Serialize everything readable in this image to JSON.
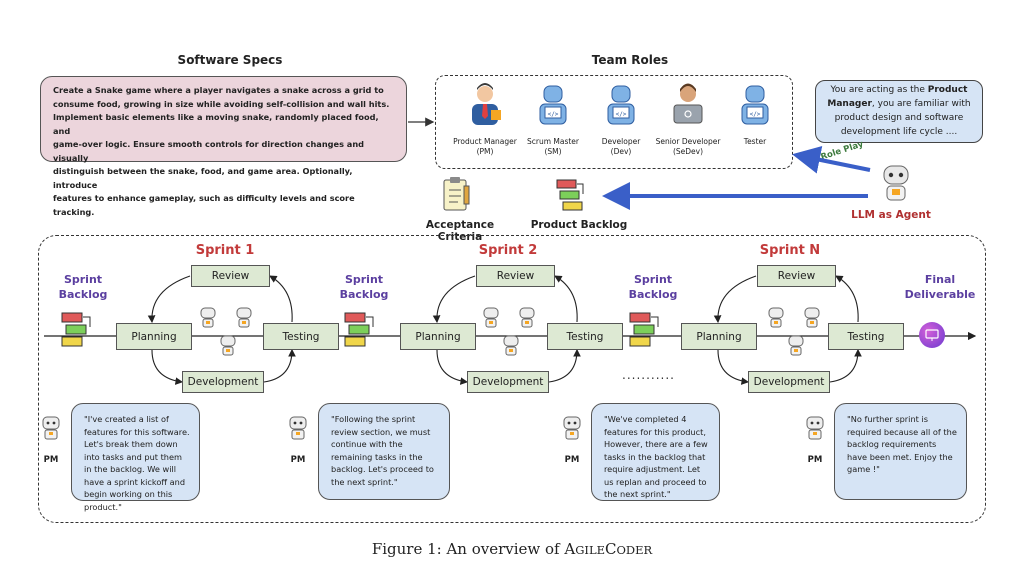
{
  "specs": {
    "heading": "Software Specs",
    "lines": [
      "Create a Snake game where a player navigates a snake across a grid to",
      "consume food, growing in size while avoiding self-collision and wall hits.",
      "Implement basic elements like a moving snake, randomly placed food, and",
      "game-over logic. Ensure smooth controls for direction changes and visually",
      "distinguish between the snake, food, and game area. Optionally, introduce",
      "features to enhance gameplay, such as difficulty levels and score tracking."
    ]
  },
  "team": {
    "heading": "Team Roles",
    "roles": [
      {
        "name": "Product Manager",
        "abbr": "(PM)"
      },
      {
        "name": "Scrum Master",
        "abbr": "(SM)"
      },
      {
        "name": "Developer",
        "abbr": "(Dev)"
      },
      {
        "name": "Senior Developer",
        "abbr": "(SeDev)"
      },
      {
        "name": "Tester",
        "abbr": ""
      }
    ]
  },
  "prompt": {
    "pre": "You are acting as the ",
    "bold": "Product Manager",
    "post": ", you are familiar with product design and software development life cycle ...."
  },
  "labels": {
    "role_play": "Role Play",
    "llm_agent": "LLM as Agent",
    "acceptance": "Acceptance Criteria",
    "product_backlog": "Product Backlog",
    "sprint_backlog_1": "Sprint",
    "sprint_backlog_2": "Backlog",
    "final_1": "Final",
    "final_2": "Deliverable",
    "dots": "...........",
    "pm": "PM"
  },
  "sprints": [
    {
      "title": "Sprint 1",
      "review": "Review",
      "planning": "Planning",
      "testing": "Testing",
      "development": "Development"
    },
    {
      "title": "Sprint 2",
      "review": "Review",
      "planning": "Planning",
      "testing": "Testing",
      "development": "Development"
    },
    {
      "title": "Sprint N",
      "review": "Review",
      "planning": "Planning",
      "testing": "Testing",
      "development": "Development"
    }
  ],
  "quotes": [
    "\"I've created a list of features for this software. Let's break them down into tasks and put them in the backlog. We will have a sprint kickoff and begin working on this product.\"",
    "\"Following the sprint review section, we must continue with the remaining tasks in the backlog. Let's proceed to the next sprint.\"",
    "\"We've completed 4 features for this product, However, there are a few tasks in the backlog that require adjustment. Let us replan and proceed to the next sprint.\"",
    "\"No further sprint is required because all of the backlog requirements have been met. Enjoy the game !\""
  ],
  "caption": {
    "prefix": "Figure 1: An overview of ",
    "a": "A",
    "gile": "GILE",
    "c": "C",
    "oder": "ODER"
  },
  "colors": {
    "spec_bg": "#ecd5dc",
    "blue_bg": "#d6e4f5",
    "node_bg": "#dde9d3",
    "sprint_red": "#c23a3a",
    "backlog_purple": "#5b3fa0",
    "arrow_blue": "#3a5fc8",
    "role_green": "#3d7a3d"
  }
}
